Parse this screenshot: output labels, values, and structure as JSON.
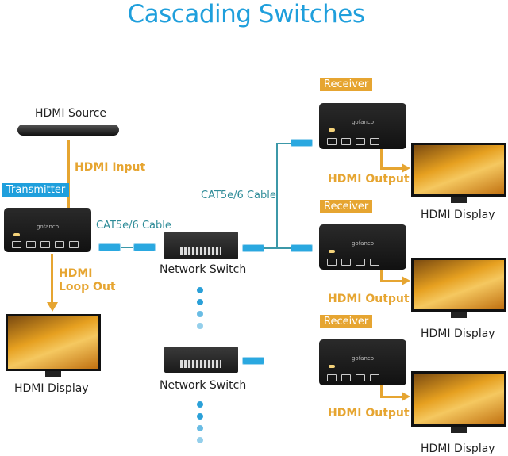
{
  "title": "Cascading Switches",
  "source": {
    "label": "HDMI Source"
  },
  "transmitter": {
    "badge": "Transmitter",
    "brand": "gofanco",
    "badge_color": "#1f9fdc"
  },
  "labels": {
    "hdmi_input": "HDMI Input",
    "hdmi_loop_out_1": "HDMI",
    "hdmi_loop_out_2": "Loop Out",
    "cable": "CAT5e/6 Cable",
    "network_switch": "Network Switch",
    "hdmi_output": "HDMI Output",
    "hdmi_display": "HDMI Display"
  },
  "receivers": [
    {
      "badge": "Receiver"
    },
    {
      "badge": "Receiver"
    },
    {
      "badge": "Receiver"
    }
  ],
  "colors": {
    "title": "#1f9fdc",
    "arrow": "#e6a531",
    "cable": "#3c98a8",
    "receiver_badge": "#e6a531"
  }
}
